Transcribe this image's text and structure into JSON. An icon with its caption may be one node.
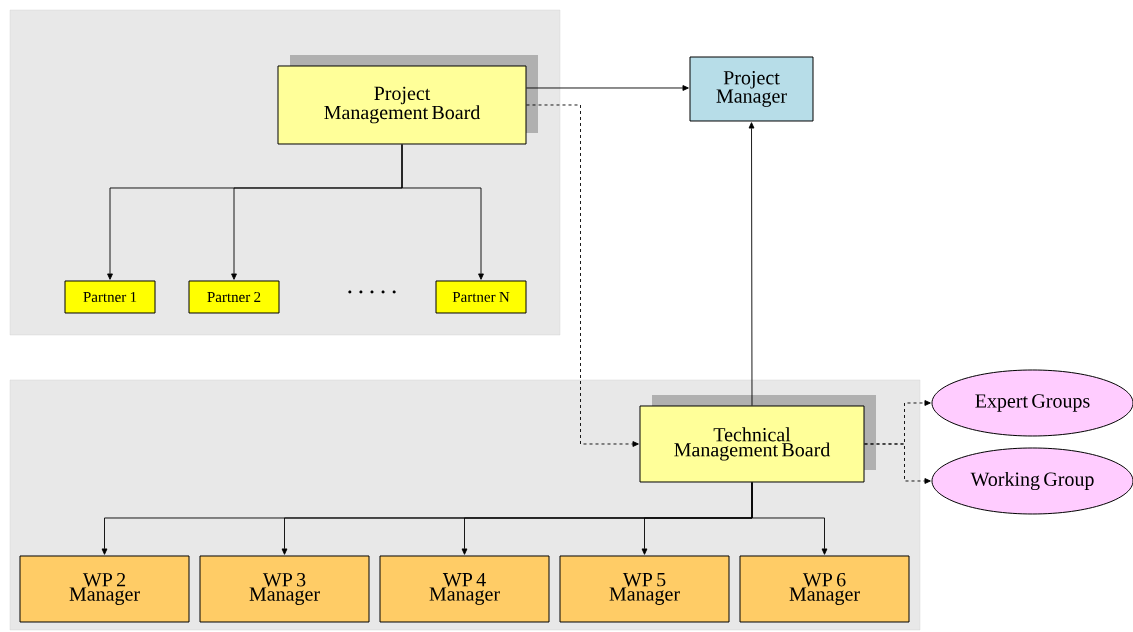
{
  "diagram": {
    "nodes": [
      {
        "text": [],
        "shape": "box"
      },
      {
        "text": [
          "Project Management Board"
        ],
        "in": 0
      },
      {
        "text": [
          "Partner 1"
        ],
        "in": 0
      },
      {
        "text": [
          "Partner 2"
        ],
        "in": 0
      },
      {
        "text": [
          "Partner N"
        ],
        "in": 0
      },
      {
        "text": [
          "Project Manager"
        ]
      },
      {
        "text": [],
        "shape": "box"
      },
      {
        "text": [
          "Technical Management Board"
        ],
        "in": 6
      },
      {
        "text": [
          "Expert Groups"
        ]
      },
      {
        "text": [
          "Working Group"
        ]
      },
      {
        "text": [
          "WP 2 Manager"
        ],
        "in": 6
      },
      {
        "text": [
          "WP 3 Manager"
        ],
        "in": 6
      },
      {
        "text": [
          "WP 4 Manager"
        ],
        "in": 6
      },
      {
        "text": [
          "WP 5 Manager"
        ],
        "in": 6
      },
      {
        "text": [
          "WP 6 Manager"
        ],
        "in": 6
      }
    ],
    "edges": [
      {
        "from": 1,
        "to": 2,
        "arrow": "to"
      },
      {
        "from": 1,
        "to": 3,
        "arrow": "to"
      },
      {
        "from": 1,
        "to": 4,
        "arrow": "to"
      },
      {
        "from": 1,
        "to": 5,
        "arrow": "to"
      },
      {
        "from": 1,
        "to": 7,
        "arrow": "to",
        "style": "dashed"
      },
      {
        "from": 7,
        "to": 5,
        "arrow": "to"
      },
      {
        "from": 7,
        "to": 8,
        "arrow": "to",
        "style": "dashed"
      },
      {
        "from": 7,
        "to": 9,
        "arrow": "to",
        "style": "dashed"
      },
      {
        "from": 7,
        "to": 10,
        "arrow": "to"
      },
      {
        "from": 7,
        "to": 11,
        "arrow": "to"
      },
      {
        "from": 7,
        "to": 12,
        "arrow": "to"
      },
      {
        "from": 7,
        "to": 13,
        "arrow": "to"
      },
      {
        "from": 7,
        "to": 14,
        "arrow": "to"
      }
    ],
    "labels": [
      ". . . . ."
    ]
  }
}
